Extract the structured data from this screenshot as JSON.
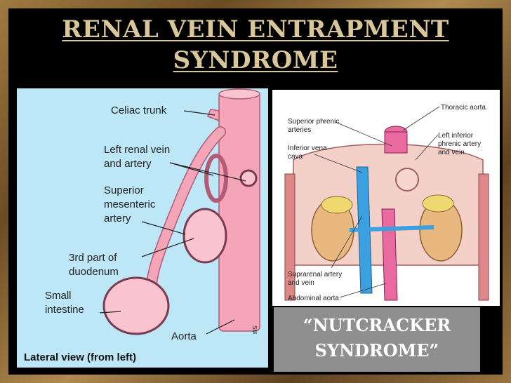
{
  "slide": {
    "title_line1": "RENAL VEIN ENTRAPMENT",
    "title_line2": "SYNDROME",
    "caption_line1": "“NUTCRACKER",
    "caption_line2": "SYNDROME”"
  },
  "left_diagram": {
    "labels": {
      "celiac": "Celiac trunk",
      "renal_1": "Left renal vein",
      "renal_2": "and artery",
      "sma_1": "Superior",
      "sma_2": "mesenteric",
      "sma_3": "artery",
      "duod_1": "3rd part of",
      "duod_2": "duodenum",
      "small_1": "Small",
      "small_2": "intestine",
      "aorta": "Aorta",
      "signature": "SM"
    },
    "view_caption": "Lateral view (from left)"
  },
  "right_diagram": {
    "labels": {
      "thoracic": "Thoracic aorta",
      "phrenic_1": "Superior phrenic",
      "phrenic_2": "arteries",
      "ivc_1": "Inferior vena",
      "ivc_2": "cava",
      "lip_1": "Left inferior",
      "lip_2": "phrenic artery",
      "lip_3": "and vein",
      "supra_1": "Suprarenal artery",
      "supra_2": "and vein",
      "abdominal": "Abdominal aorta"
    }
  },
  "colors": {
    "title": "#d9c79a",
    "left_bg": "#bde6f6",
    "vessel": "#f4a6b8",
    "caption_bg": "#8f8f8f"
  }
}
